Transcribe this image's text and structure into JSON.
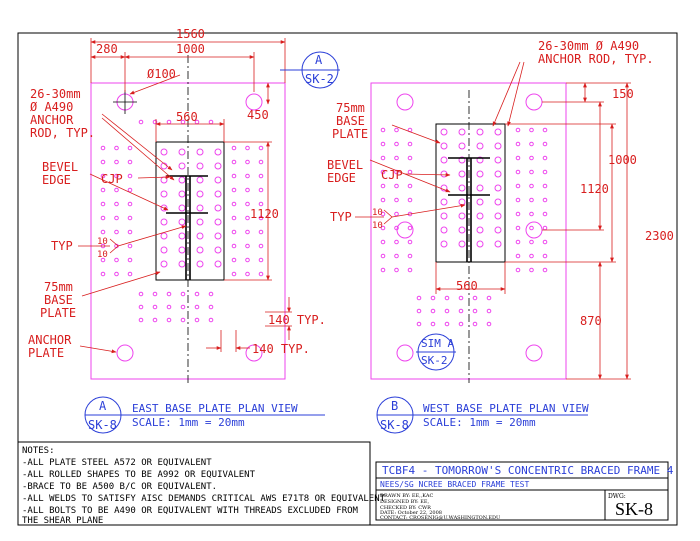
{
  "east": {
    "dim_overall": "1560",
    "dim_left": "280",
    "dim_mid": "1000",
    "dim_hole": "Ø100",
    "dim_bp_width": "560",
    "dim_top_right": "450",
    "dim_height": "1120",
    "dim_pitch_v": "140 TYP.",
    "dim_pitch_h": "140 TYP.",
    "label_anchor_rod": [
      "26-30mm",
      "Ø A490",
      "ANCHOR",
      "ROD, TYP."
    ],
    "label_bevel": [
      "BEVEL",
      "EDGE"
    ],
    "label_cjp": "CJP",
    "label_typ": "TYP",
    "weld_size_top": "10",
    "weld_size_bottom": "10",
    "label_base_plate": [
      "75mm",
      "BASE",
      "PLATE"
    ],
    "label_anchor_plate": [
      "ANCHOR",
      "PLATE"
    ],
    "section_tag_top": "A",
    "section_tag_bottom": "SK-2",
    "detail_tag_top": "A",
    "detail_tag_bottom": "SK-8",
    "view_title": "EAST BASE PLATE PLAN VIEW",
    "view_scale": "SCALE: 1mm = 20mm"
  },
  "west": {
    "label_anchor_rod": [
      "26-30mm Ø A490",
      "ANCHOR ROD, TYP."
    ],
    "label_base_plate": [
      "75mm",
      "BASE",
      "PLATE"
    ],
    "label_bevel": [
      "BEVEL",
      "EDGE"
    ],
    "label_cjp": "CJP",
    "label_typ": "TYP",
    "weld_size_top": "10",
    "weld_size_bottom": "10",
    "dim_top": "150",
    "dim_1000": "1000",
    "dim_1120": "1120",
    "dim_2300": "2300",
    "dim_bp_width": "560",
    "dim_870": "870",
    "section_tag_top": "SIM A",
    "section_tag_bottom": "SK-2",
    "detail_tag_top": "B",
    "detail_tag_bottom": "SK-8",
    "view_title": "WEST BASE PLATE PLAN VIEW",
    "view_scale": "SCALE: 1mm = 20mm"
  },
  "notes": {
    "heading": "NOTES:",
    "lines": [
      "-ALL PLATE STEEL A572 OR EQUIVALENT",
      "-ALL ROLLED SHAPES TO BE A992 OR EQUIVALENT",
      "-BRACE TO BE A500 B/C OR EQUIVALENT.",
      "-ALL WELDS TO SATISFY AISC DEMANDS CRITICAL AWS E71T8 OR EQUIVALENT",
      "-ALL BOLTS TO BE A490 OR EQUIVALENT WITH THREADS EXCLUDED FROM",
      " THE SHEAR PLANE"
    ]
  },
  "title_block": {
    "project": "TCBF4 - TOMORROW'S CONCENTRIC BRACED FRAME 4",
    "subtitle": "NEES/SG NCREE BRACED FRAME TEST",
    "drawn_by": "DRAWN BY: EE,,KAC",
    "designed_by": "DESIGNED BY: EE,",
    "checked_by": "CHECKED BY: CWR",
    "date": "DATE: October 22, 2008",
    "contact": "CONTACT: CROSENIG@U.WASHINGTON.EDU",
    "dwg_label": "DWG:",
    "sheet": "SK-8"
  },
  "colors": {
    "outline": "#000000",
    "plate": "#ee44ee",
    "annotation": "#d81e1e",
    "title_text": "#2b3fd8"
  }
}
